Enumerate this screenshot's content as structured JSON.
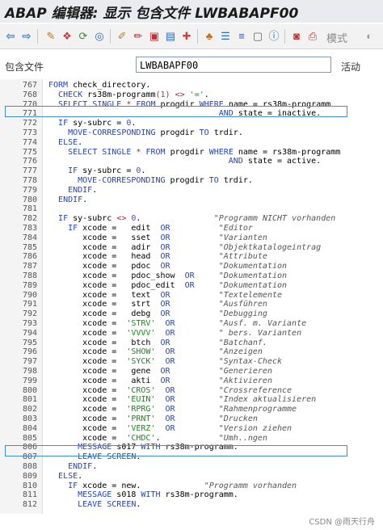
{
  "window": {
    "title": "ABAP 编辑器: 显示 包含文件 LWBABAPF00"
  },
  "toolbar": {
    "icons": [
      "back-arrow",
      "forward-arrow",
      "tools-icon",
      "structure-icon",
      "refresh-icon",
      "where-used-icon",
      "display-change-icon",
      "pencil-icon",
      "display-object-icon",
      "activate-icon",
      "stack-icon",
      "hierarchy-icon",
      "list-icon",
      "window-icon",
      "info-icon",
      "screen-icon",
      "printer-icon",
      "pattern-icon"
    ],
    "mode_label": "模式"
  },
  "fields": {
    "include_label": "包含文件",
    "include_value": "LWBABAPF00",
    "status": "活动"
  },
  "code_lines": [
    {
      "n": "767",
      "t": "FORM check_directory."
    },
    {
      "n": "768",
      "t": "  CHECK rs38m-programm(1) <> '='."
    },
    {
      "n": "770",
      "t": "  SELECT SINGLE * FROM progdir WHERE name = rs38m-programm"
    },
    {
      "n": "771",
      "t": "                                   AND state = inactive."
    },
    {
      "n": "772",
      "t": "  IF sy-subrc = 0."
    },
    {
      "n": "773",
      "t": "    MOVE-CORRESPONDING progdir TO trdir."
    },
    {
      "n": "774",
      "t": "  ELSE."
    },
    {
      "n": "775",
      "t": "    SELECT SINGLE * FROM progdir WHERE name = rs38m-programm"
    },
    {
      "n": "776",
      "t": "                                     AND state = active."
    },
    {
      "n": "777",
      "t": "    IF sy-subrc = 0."
    },
    {
      "n": "778",
      "t": "      MOVE-CORRESPONDING progdir TO trdir."
    },
    {
      "n": "779",
      "t": "    ENDIF."
    },
    {
      "n": "780",
      "t": "  ENDIF."
    },
    {
      "n": "781",
      "t": ""
    },
    {
      "n": "782",
      "t": "  IF sy-subrc <> 0.               \"Programm NICHT vorhanden"
    },
    {
      "n": "783",
      "t": "    IF xcode =   edit  OR          \"Editor"
    },
    {
      "n": "784",
      "t": "       xcode =   sset  OR          \"Varianten"
    },
    {
      "n": "785",
      "t": "       xcode =   adir  OR          \"Objektkatalogeintrag"
    },
    {
      "n": "786",
      "t": "       xcode =   head  OR          \"Attribute"
    },
    {
      "n": "787",
      "t": "       xcode =   pdoc  OR          \"Dokumentation"
    },
    {
      "n": "788",
      "t": "       xcode =   pdoc_show  OR     \"Dokumentation"
    },
    {
      "n": "789",
      "t": "       xcode =   pdoc_edit  OR     \"Dokumentation"
    },
    {
      "n": "790",
      "t": "       xcode =   text  OR          \"Textelemente"
    },
    {
      "n": "791",
      "t": "       xcode =   strt  OR          \"Ausführen"
    },
    {
      "n": "792",
      "t": "       xcode =   debg  OR          \"Debugging"
    },
    {
      "n": "793",
      "t": "       xcode =  'STRV'  OR         \"Ausf. m. Variante"
    },
    {
      "n": "794",
      "t": "       xcode =  'VVVV'  OR         \" bers. Varianten"
    },
    {
      "n": "795",
      "t": "       xcode =   btch  OR          \"Batchanf."
    },
    {
      "n": "796",
      "t": "       xcode =  'SHOW'  OR         \"Anzeigen"
    },
    {
      "n": "797",
      "t": "       xcode =  'SYCK'  OR         \"Syntax-Check"
    },
    {
      "n": "798",
      "t": "       xcode =   gene  OR          \"Generieren"
    },
    {
      "n": "799",
      "t": "       xcode =   akti  OR          \"Aktivieren"
    },
    {
      "n": "800",
      "t": "       xcode =  'CROS'  OR         \"Crossreference"
    },
    {
      "n": "801",
      "t": "       xcode =  'EUIN'  OR         \"Index aktualisieren"
    },
    {
      "n": "802",
      "t": "       xcode =  'RPRG'  OR         \"Rahmenprogramme"
    },
    {
      "n": "803",
      "t": "       xcode =  'PRNT'  OR         \"Drucken"
    },
    {
      "n": "804",
      "t": "       xcode =  'VERZ'  OR         \"Version ziehen"
    },
    {
      "n": "805",
      "t": "       xcode =  'CHDC'.            \"Umh..ngen"
    },
    {
      "n": "806",
      "t": "      MESSAGE s017 WITH rs38m-programm."
    },
    {
      "n": "807",
      "t": "      LEAVE SCREEN."
    },
    {
      "n": "808",
      "t": "    ENDIF."
    },
    {
      "n": "809",
      "t": "  ELSE."
    },
    {
      "n": "810",
      "t": "    IF xcode = new.             \"Programm vorhanden"
    },
    {
      "n": "811",
      "t": "      MESSAGE s018 WITH rs38m-programm."
    },
    {
      "n": "812",
      "t": "      LEAVE SCREEN."
    }
  ],
  "watermark": "CSDN @雨天行舟"
}
